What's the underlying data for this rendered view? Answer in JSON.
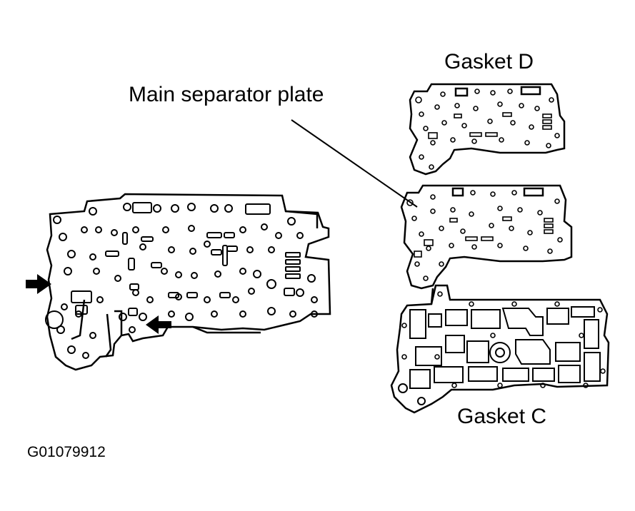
{
  "labels": {
    "gasket_d": "Gasket D",
    "main_separator_plate": "Main separator plate",
    "gasket_c": "Gasket C",
    "figure_code": "G01079912"
  },
  "colors": {
    "ink": "#000000",
    "paper": "#ffffff"
  }
}
